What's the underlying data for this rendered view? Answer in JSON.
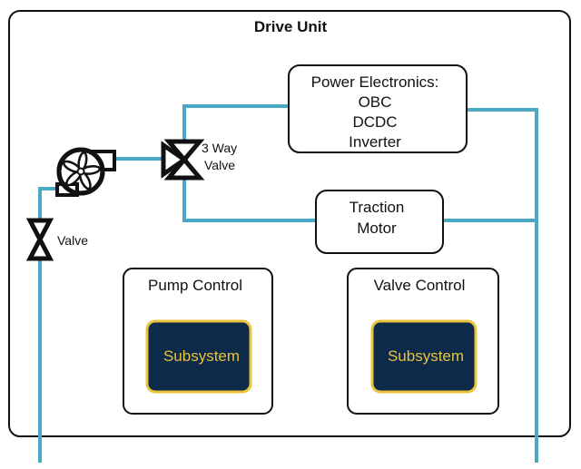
{
  "colors": {
    "pipe": "#4aa9c4",
    "box_stroke": "#111111",
    "subsystem_fill": "#0d2a4a",
    "subsystem_border": "#e9c43a",
    "subsystem_text": "#e9c43a"
  },
  "diagram": {
    "title": "Drive Unit",
    "power_electronics": {
      "line1": "Power Electronics:",
      "line2": "OBC",
      "line3": "DCDC",
      "line4": "Inverter"
    },
    "traction_motor": {
      "line1": "Traction",
      "line2": "Motor"
    },
    "three_way_valve": {
      "line1": "3 Way",
      "line2": "Valve"
    },
    "valve_label": "Valve",
    "pump_control": {
      "title": "Pump Control",
      "subsystem": "Subsystem"
    },
    "valve_control": {
      "title": "Valve Control",
      "subsystem": "Subsystem"
    },
    "icons": [
      "pump-icon",
      "valve-icon",
      "three-way-valve-icon"
    ]
  }
}
